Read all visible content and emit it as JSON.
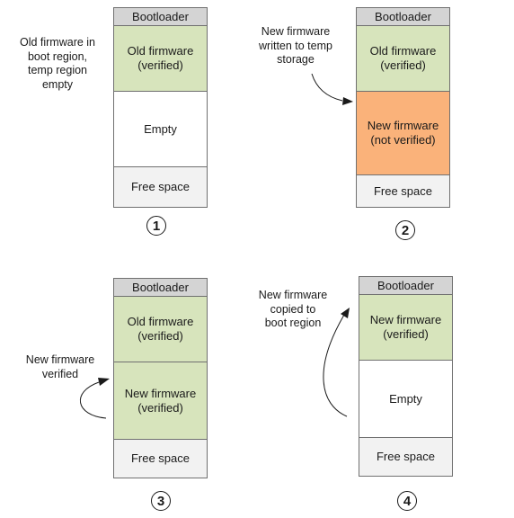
{
  "colors": {
    "bootloader": "#d4d4d4",
    "verified": "#d7e4bc",
    "not_verified": "#fab27a",
    "empty": "#ffffff",
    "free": "#f2f2f2",
    "border": "#707070"
  },
  "panels": [
    {
      "step": "1",
      "caption": "Old firmware in\nboot region,\ntemp region\nempty",
      "segments": [
        {
          "label": "Bootloader",
          "kind": "bootloader"
        },
        {
          "label": "Old firmware\n(verified)",
          "kind": "verified"
        },
        {
          "label": "Empty",
          "kind": "empty"
        },
        {
          "label": "Free space",
          "kind": "free"
        }
      ]
    },
    {
      "step": "2",
      "caption": "New firmware\nwritten to temp\nstorage",
      "segments": [
        {
          "label": "Bootloader",
          "kind": "bootloader"
        },
        {
          "label": "Old firmware\n(verified)",
          "kind": "verified"
        },
        {
          "label": "New firmware\n(not verified)",
          "kind": "not_verified"
        },
        {
          "label": "Free space",
          "kind": "free"
        }
      ]
    },
    {
      "step": "3",
      "caption": "New firmware\nverified",
      "segments": [
        {
          "label": "Bootloader",
          "kind": "bootloader"
        },
        {
          "label": "Old firmware\n(verified)",
          "kind": "verified"
        },
        {
          "label": "New firmware\n(verified)",
          "kind": "verified"
        },
        {
          "label": "Free space",
          "kind": "free"
        }
      ]
    },
    {
      "step": "4",
      "caption": "New firmware\ncopied to\nboot region",
      "segments": [
        {
          "label": "Bootloader",
          "kind": "bootloader"
        },
        {
          "label": "New firmware\n(verified)",
          "kind": "verified"
        },
        {
          "label": "Empty",
          "kind": "empty"
        },
        {
          "label": "Free space",
          "kind": "free"
        }
      ]
    }
  ]
}
